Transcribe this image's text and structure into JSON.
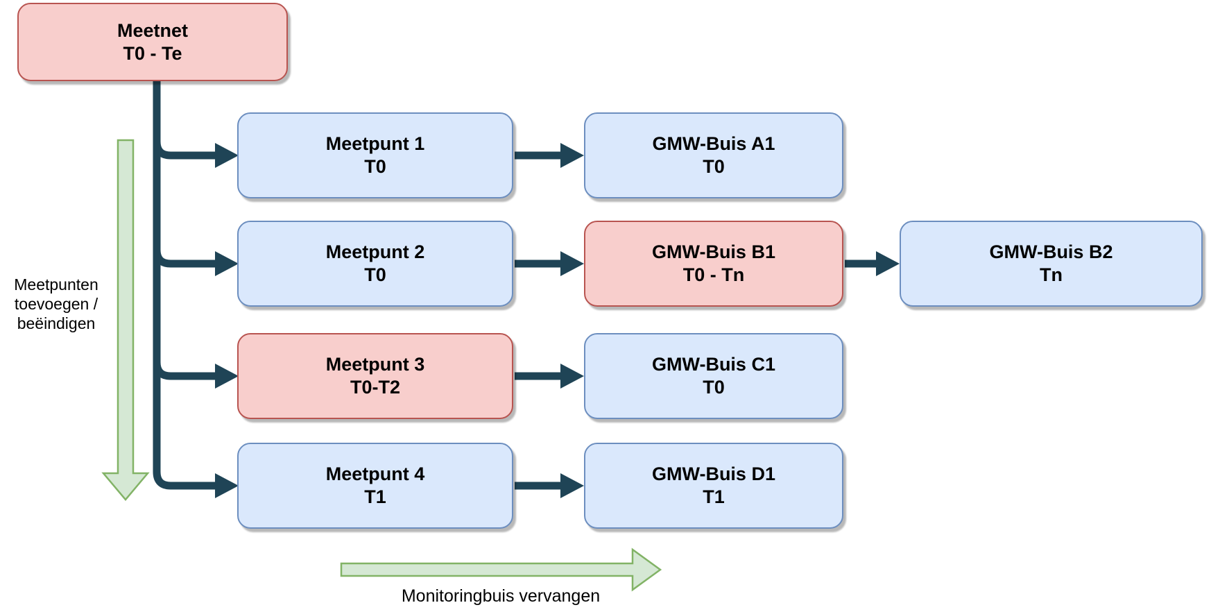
{
  "nodes": {
    "meetnet": {
      "label": "Meetnet",
      "sublabel": "T0 - Te",
      "variant": "red"
    },
    "meetpunt1": {
      "label": "Meetpunt 1",
      "sublabel": "T0",
      "variant": "blue"
    },
    "meetpunt2": {
      "label": "Meetpunt 2",
      "sublabel": "T0",
      "variant": "blue"
    },
    "meetpunt3": {
      "label": "Meetpunt 3",
      "sublabel": "T0-T2",
      "variant": "red"
    },
    "meetpunt4": {
      "label": "Meetpunt 4",
      "sublabel": "T1",
      "variant": "blue"
    },
    "gmw_a1": {
      "label": "GMW-Buis A1",
      "sublabel": "T0",
      "variant": "blue"
    },
    "gmw_b1": {
      "label": "GMW-Buis B1",
      "sublabel": "T0 - Tn",
      "variant": "red"
    },
    "gmw_b2": {
      "label": "GMW-Buis B2",
      "sublabel": "Tn",
      "variant": "blue"
    },
    "gmw_c1": {
      "label": "GMW-Buis C1",
      "sublabel": "T0",
      "variant": "blue"
    },
    "gmw_d1": {
      "label": "GMW-Buis D1",
      "sublabel": "T1",
      "variant": "blue"
    }
  },
  "annotations": {
    "left_arrow_lines": [
      "Meetpunten",
      "toevoegen /",
      "beëindigen"
    ],
    "bottom_arrow_label": "Monitoringbuis vervangen"
  },
  "colors": {
    "node_red_fill": "#f8cecc",
    "node_red_border": "#b85450",
    "node_blue_fill": "#dae8fc",
    "node_blue_border": "#6c8ebf",
    "arrow_green_fill": "#d5e8d4",
    "arrow_green_border": "#82b366",
    "connector": "#1f4456"
  }
}
